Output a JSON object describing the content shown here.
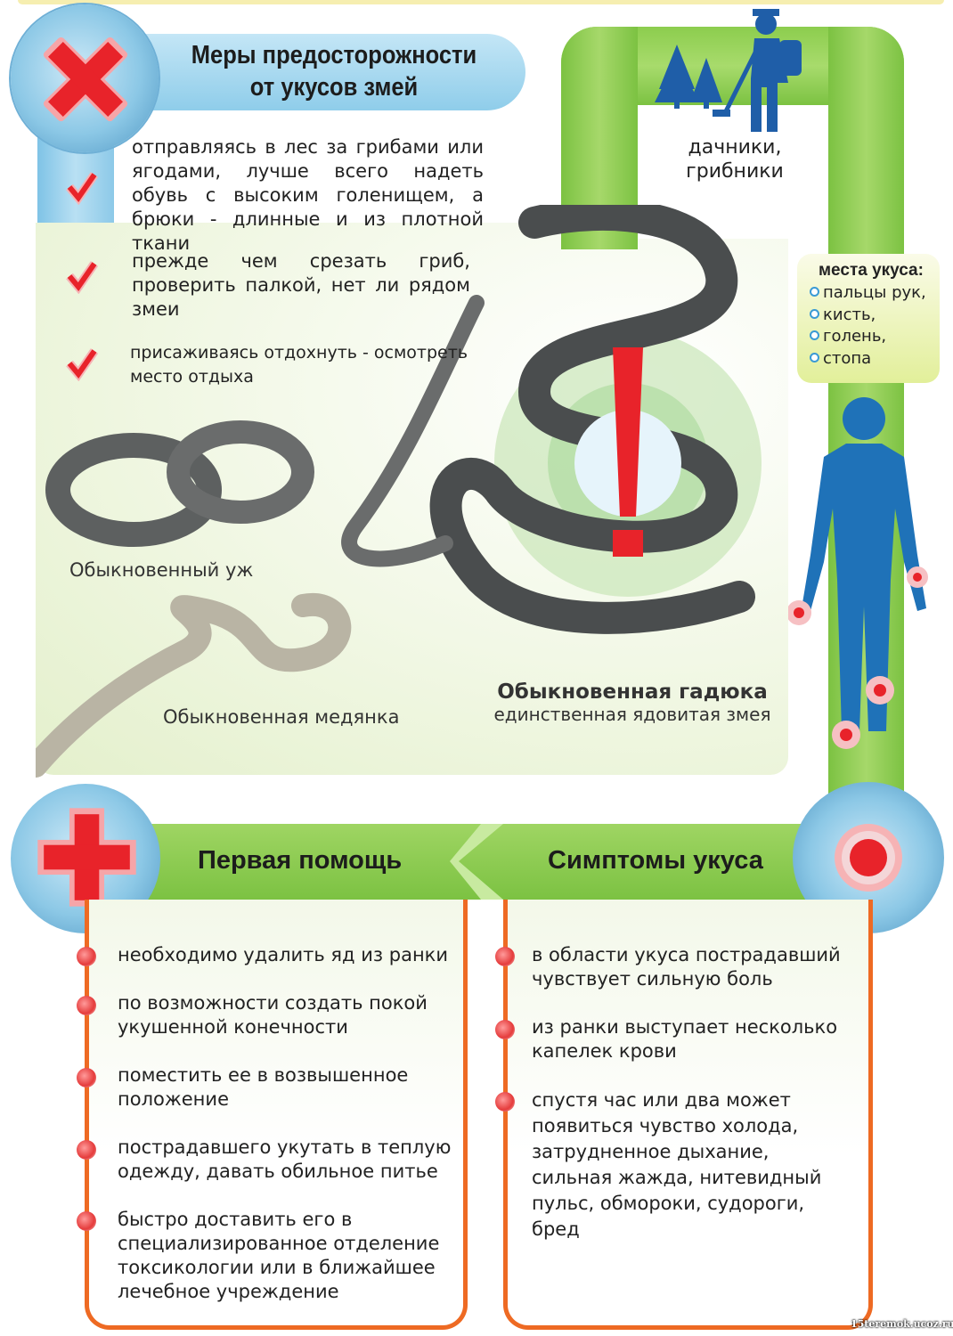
{
  "title": {
    "line1": "Меры предосторожности",
    "line2": "от укусов змей"
  },
  "precautions": [
    "отправляясь в лес за грибами или ягодами, лучше всего надеть обувь с высоким голенищем, а брюки - длинные и из плотной ткани",
    "прежде чем срезать гриб, проверить палкой, нет ли рядом змеи",
    "присаживаясь отдохнуть - осмотреть место отдыха"
  ],
  "risk_group": "дачники, грибники",
  "bite_places": {
    "heading": "места укуса:",
    "items": [
      "пальцы рук,",
      "кисть,",
      "голень,",
      "стопа"
    ]
  },
  "snakes": {
    "grass_snake": "Обыкновенный уж",
    "smooth_snake": "Обыкновенная медянка",
    "adder": "Обыкновенная гадюка",
    "adder_note": "единственная ядовитая змея"
  },
  "first_aid": {
    "title": "Первая помощь",
    "items": [
      "необходимо удалить яд из ранки",
      "по возможности создать покой укушенной конечности",
      "поместить ее в возвышенное положение",
      "пострадавшего укутать в теплую одежду, давать обильное питье",
      "быстро доставить его в специализированное отделение токсикологии или в ближайшее лечебное учреждение"
    ]
  },
  "symptoms": {
    "title": "Симптомы укуса",
    "items": [
      "в области укуса пострадавший чувствует сильную боль",
      "из ранки выступает несколько капелек крови",
      "спустя час или два может появиться чувство холода, затрудненное дыхание, сильная жажда, нитевидный пульс, обмороки, судороги, бред"
    ]
  },
  "watermark": "15teremok.ucoz.ru",
  "colors": {
    "green": "#7cc242",
    "blue": "#8cc8e6",
    "red": "#e8232a",
    "orange": "#ee6a23"
  }
}
